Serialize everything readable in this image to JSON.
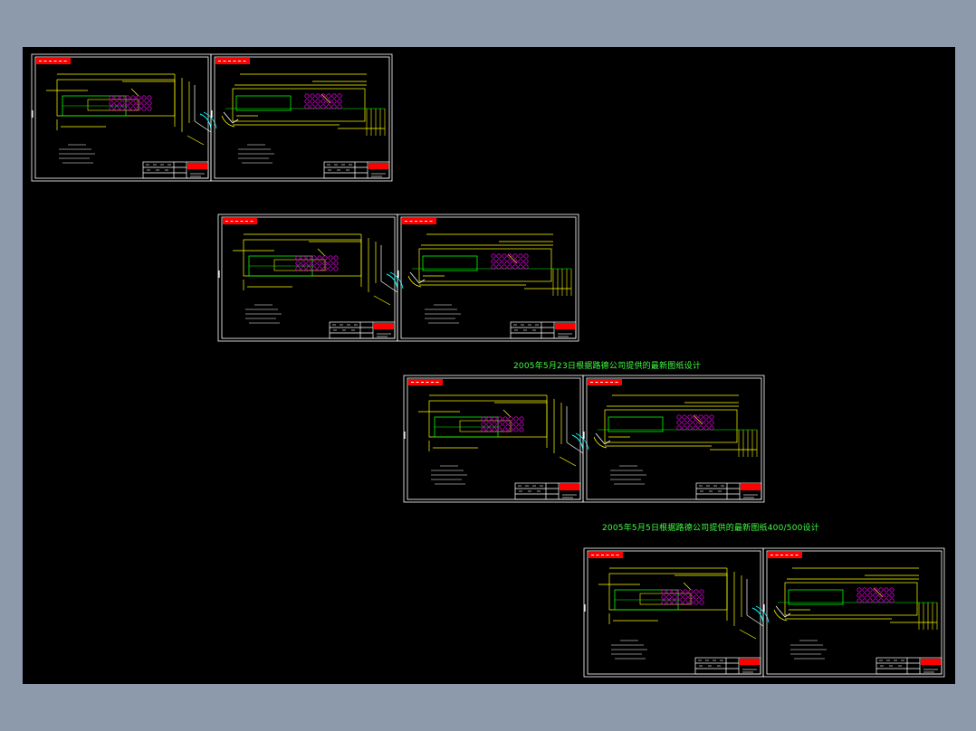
{
  "canvas": {
    "background": "#000000",
    "outer_background": "#8d9aac"
  },
  "notes": [
    "2005年5月23日根据路德公司提供的最新图纸设计",
    "2005年5月5日根据路德公司提供的最新图纸400/500设计"
  ],
  "colors": {
    "frame": "#ffffff",
    "dimension": "#ffff00",
    "outline": "#00ff00",
    "holes": "#ff00ff",
    "detail": "#00ffff",
    "title_block": "#ff0000",
    "note": "#41ff41"
  },
  "sheet_groups": [
    {
      "id": "group-1",
      "sheets": [
        "sheet-1a",
        "sheet-1b"
      ]
    },
    {
      "id": "group-2",
      "sheets": [
        "sheet-2a",
        "sheet-2b"
      ]
    },
    {
      "id": "group-3",
      "sheets": [
        "sheet-3a",
        "sheet-3b"
      ]
    },
    {
      "id": "group-4",
      "sheets": [
        "sheet-4a",
        "sheet-4b"
      ]
    }
  ]
}
